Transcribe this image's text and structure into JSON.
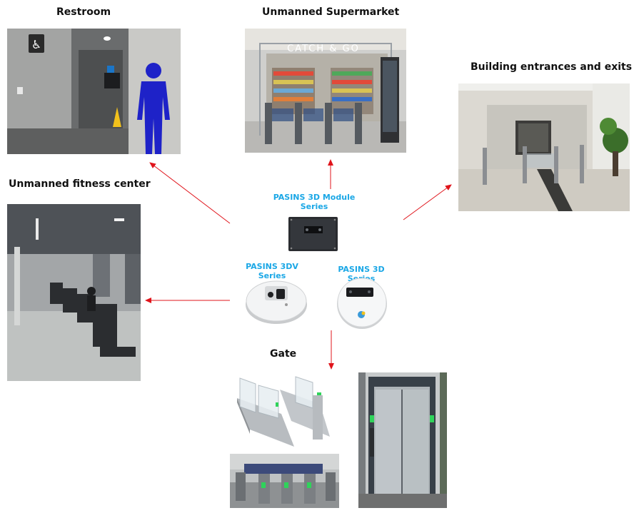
{
  "scenes": {
    "restroom": "Restroom",
    "supermarket": "Unmanned Supermarket",
    "supermarket_sign": "CATCH & GO",
    "building": "Building entrances and exits",
    "fitness": "Unmanned fitness center",
    "gate": "Gate"
  },
  "products": {
    "module": "PASINS 3D Module Series",
    "dv": "PASINS 3DV Series",
    "d": "PASINS 3D Series"
  },
  "colors": {
    "arrow": "#e0141b",
    "product_label": "#1aa7e6",
    "restroom_sign": "#1e22c8",
    "gate_led": "#2fd35a"
  }
}
